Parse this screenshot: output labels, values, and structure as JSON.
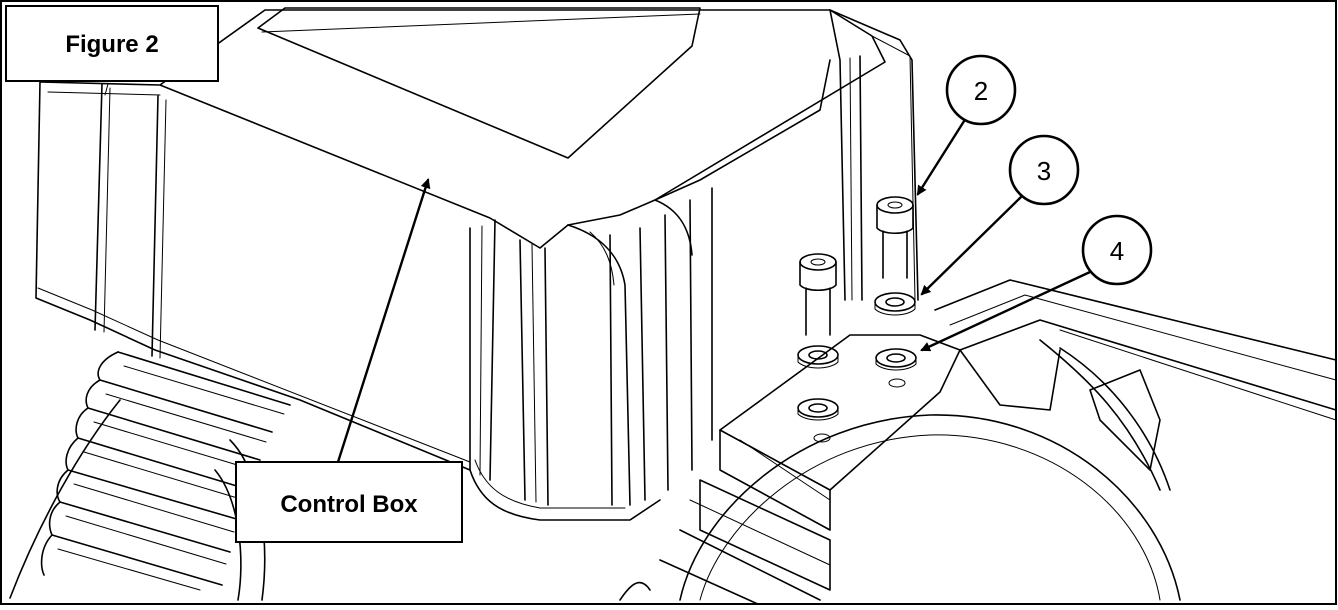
{
  "figure": {
    "title": "Figure 2"
  },
  "labels": {
    "control_box": "Control Box"
  },
  "callouts": [
    {
      "number": "2"
    },
    {
      "number": "3"
    },
    {
      "number": "4"
    }
  ],
  "colors": {
    "line": "#000000",
    "background": "#ffffff"
  }
}
